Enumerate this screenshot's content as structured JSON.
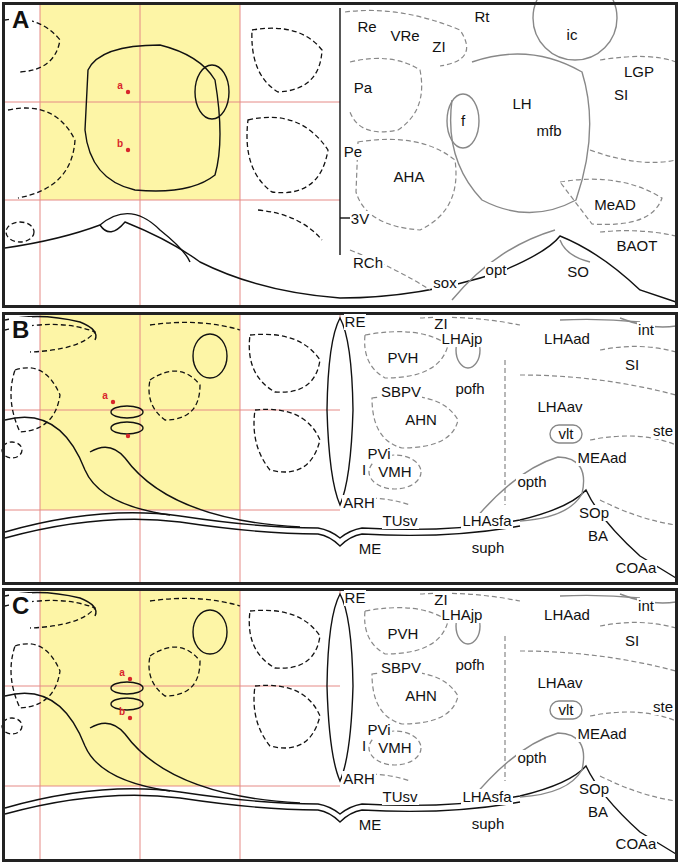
{
  "diagram": {
    "nodes": [
      {
        "text": [
          "A"
        ]
      },
      {
        "text": [
          "B"
        ]
      },
      {
        "text": [
          "C"
        ]
      }
    ],
    "labels": [
      "a",
      "b",
      "Re",
      "VRe",
      "Rt",
      "ZI",
      "ic",
      "LGP",
      "Pa",
      "SI",
      "LH",
      "f",
      "mfb",
      "Pe",
      "AHA",
      "MeAD",
      "3V",
      "RCh",
      "opt",
      "SO",
      "BAOT",
      "sox",
      "a",
      "RE",
      "ZI",
      "int",
      "LHAjp",
      "LHAad",
      "PVH",
      "SI",
      "SBPV",
      "pofh",
      "LHAav",
      "AHN",
      "vlt",
      "ste",
      "MEAad",
      "PVi",
      "I",
      "VMH",
      "opth",
      "ARH",
      "TUsv",
      "LHAsfa",
      "SOp",
      "BA",
      "ME",
      "suph",
      "COAa",
      "a",
      "b",
      "RE",
      "ZI",
      "int",
      "LHAjp",
      "LHAad",
      "PVH",
      "SI",
      "SBPV",
      "pofh",
      "LHAav",
      "AHN",
      "vlt",
      "ste",
      "MEAad",
      "PVi",
      "I",
      "VMH",
      "opth",
      "ARH",
      "TUsv",
      "LHAsfa",
      "SOp",
      "BA",
      "ME",
      "suph",
      "COAa"
    ]
  }
}
